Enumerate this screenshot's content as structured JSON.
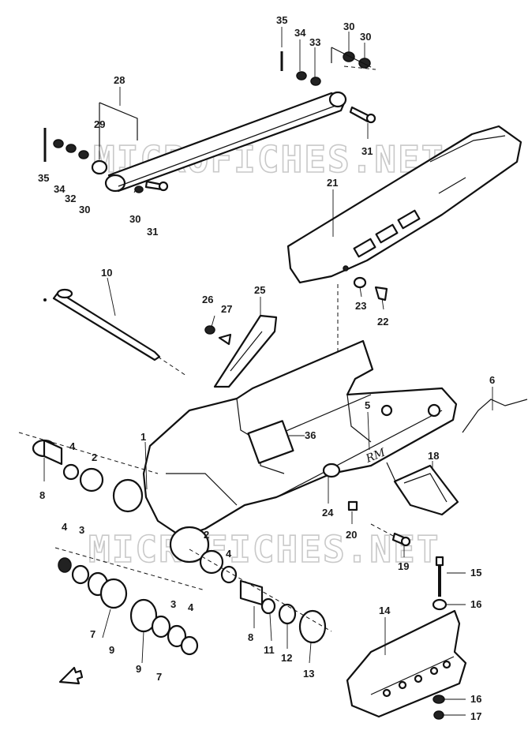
{
  "watermark": {
    "top": "MICROFICHES.NET",
    "bottom": "MICROFICHES.NET"
  },
  "callouts": {
    "c35a": "35",
    "c34a": "34",
    "c33": "33",
    "c30a": "30",
    "c30b": "30",
    "c28": "28",
    "c29": "29",
    "c35b": "35",
    "c34b": "34",
    "c32": "32",
    "c30c": "30",
    "c30d": "30",
    "c31a": "31",
    "c31b": "31",
    "c21": "21",
    "c10": "10",
    "c26": "26",
    "c27": "27",
    "c25": "25",
    "c23": "23",
    "c22": "22",
    "c6": "6",
    "c5": "5",
    "c1": "1",
    "c36": "36",
    "c4a": "4",
    "c2a": "2",
    "c8a": "8",
    "c18": "18",
    "c24": "24",
    "c20": "20",
    "c19": "19",
    "c15": "15",
    "c16a": "16",
    "c4b": "4",
    "c3a": "3",
    "c2b": "2",
    "c4c": "4",
    "c7a": "7",
    "c9a": "9",
    "c3b": "3",
    "c4d": "4",
    "c9b": "9",
    "c7b": "7",
    "c8b": "8",
    "c11": "11",
    "c12": "12",
    "c13": "13",
    "c14": "14",
    "c16b": "16",
    "c17": "17"
  }
}
